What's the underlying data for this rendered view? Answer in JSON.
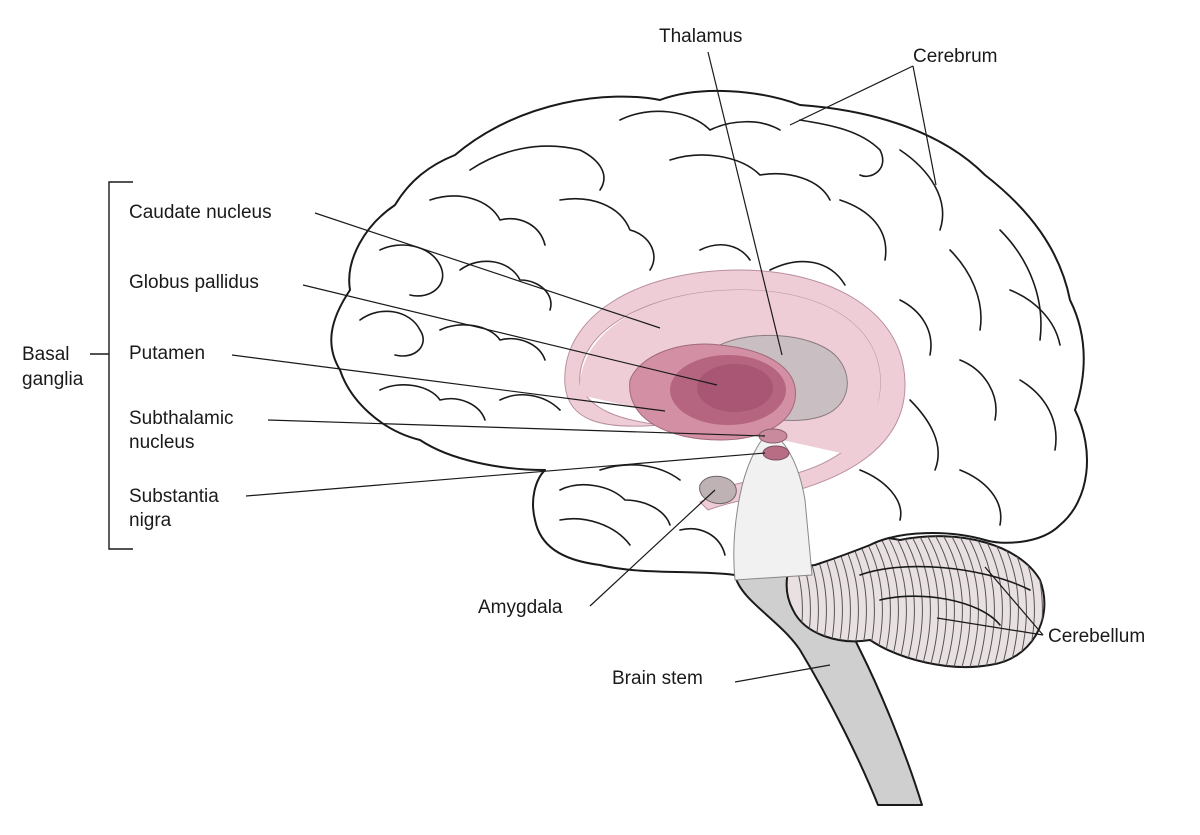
{
  "labels": {
    "thalamus": "Thalamus",
    "cerebrum": "Cerebrum",
    "caudate": "Caudate nucleus",
    "globus": "Globus pallidus",
    "putamen": "Putamen",
    "subthalamic_1": "Subthalamic",
    "subthalamic_2": "nucleus",
    "substantia_1": "Substantia",
    "substantia_2": "nigra",
    "basal_1": "Basal",
    "basal_2": "ganglia",
    "amygdala": "Amygdala",
    "brainstem": "Brain stem",
    "cerebellum": "Cerebellum"
  },
  "colors": {
    "caudate": "#efcdd6",
    "thalamus": "#c9bec1",
    "putamen": "#d38fa3",
    "globus": "#b5657f",
    "globus_core": "#a85674",
    "subthalamic": "#c98a9d",
    "substantia": "#b86d84",
    "amygdala": "#bfb2b5",
    "brainstem": "#cfcfcf",
    "midbrain": "#f1f1f1",
    "cerebellum": "#e9e0e2"
  }
}
